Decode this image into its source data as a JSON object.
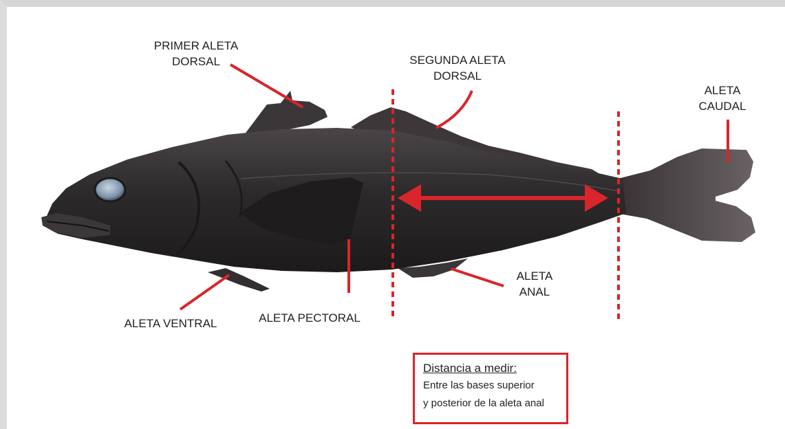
{
  "labels": {
    "primer_dorsal": [
      "PRIMER ALETA",
      "DORSAL"
    ],
    "segunda_dorsal": [
      "SEGUNDA ALETA",
      "DORSAL"
    ],
    "caudal": [
      "ALETA",
      "CAUDAL"
    ],
    "anal": [
      "ALETA",
      "ANAL"
    ],
    "ventral": "ALETA VENTRAL",
    "pectoral": "ALETA PECTORAL"
  },
  "note": {
    "heading": "Distancia a medir:",
    "line1": "Entre las bases superior",
    "line2": "y posterior de la aleta anal"
  },
  "colors": {
    "accent": "#d9252b",
    "fish_body": "#2c2a2b",
    "fin": "#3a3537"
  }
}
